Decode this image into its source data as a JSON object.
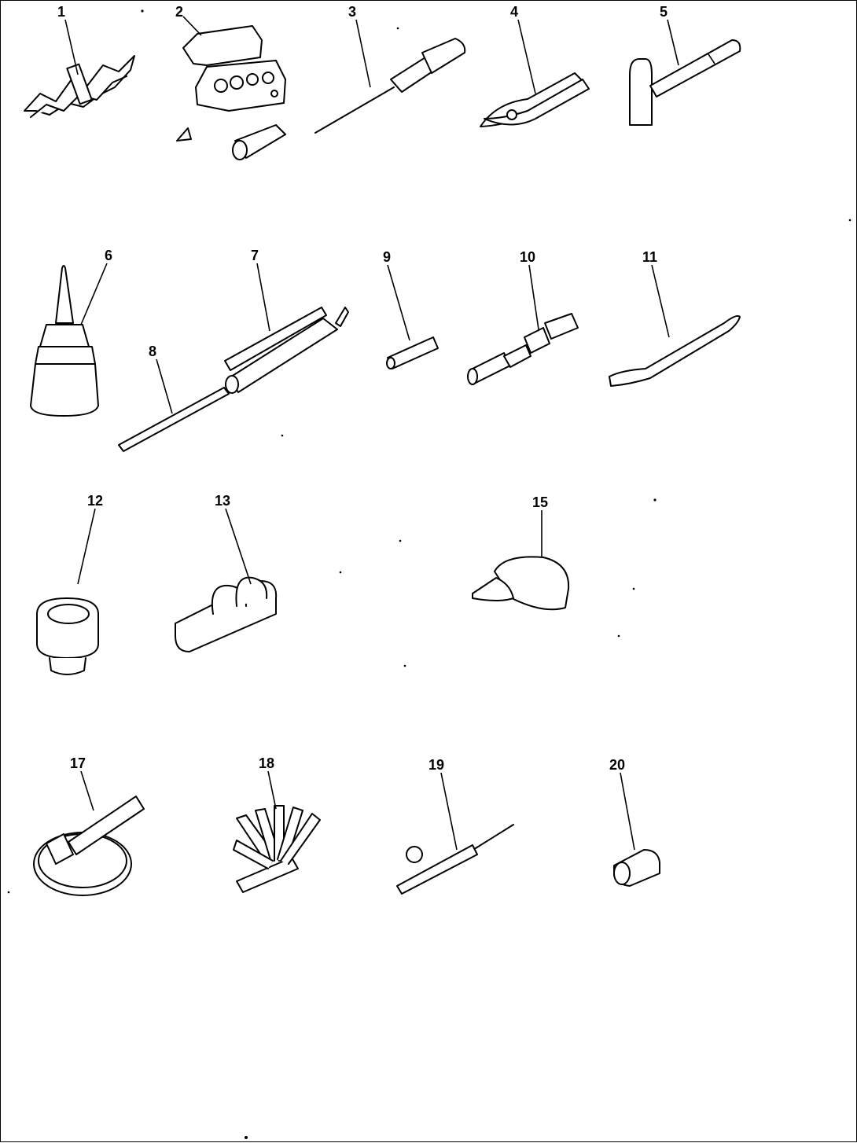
{
  "parts": [
    {
      "number": "1",
      "icon": "wrench-set-icon"
    },
    {
      "number": "2",
      "icon": "socket-box-icon"
    },
    {
      "number": "3",
      "icon": "screwdriver-icon"
    },
    {
      "number": "4",
      "icon": "pliers-icon"
    },
    {
      "number": "5",
      "icon": "hammer-icon"
    },
    {
      "number": "6",
      "icon": "oil-bottle-icon"
    },
    {
      "number": "7",
      "icon": "grease-gun-icon"
    },
    {
      "number": "8",
      "icon": "extension-rod-icon"
    },
    {
      "number": "9",
      "icon": "pipe-icon"
    },
    {
      "number": "10",
      "icon": "nozzle-icon"
    },
    {
      "number": "11",
      "icon": "pry-bar-icon"
    },
    {
      "number": "12",
      "icon": "socket-large-icon"
    },
    {
      "number": "13",
      "icon": "tool-bag-icon"
    },
    {
      "number": "15",
      "icon": "cap-icon"
    },
    {
      "number": "17",
      "icon": "filter-wrench-icon"
    },
    {
      "number": "18",
      "icon": "feeler-gauge-icon"
    },
    {
      "number": "19",
      "icon": "test-probe-icon"
    },
    {
      "number": "20",
      "icon": "socket-small-icon"
    }
  ]
}
